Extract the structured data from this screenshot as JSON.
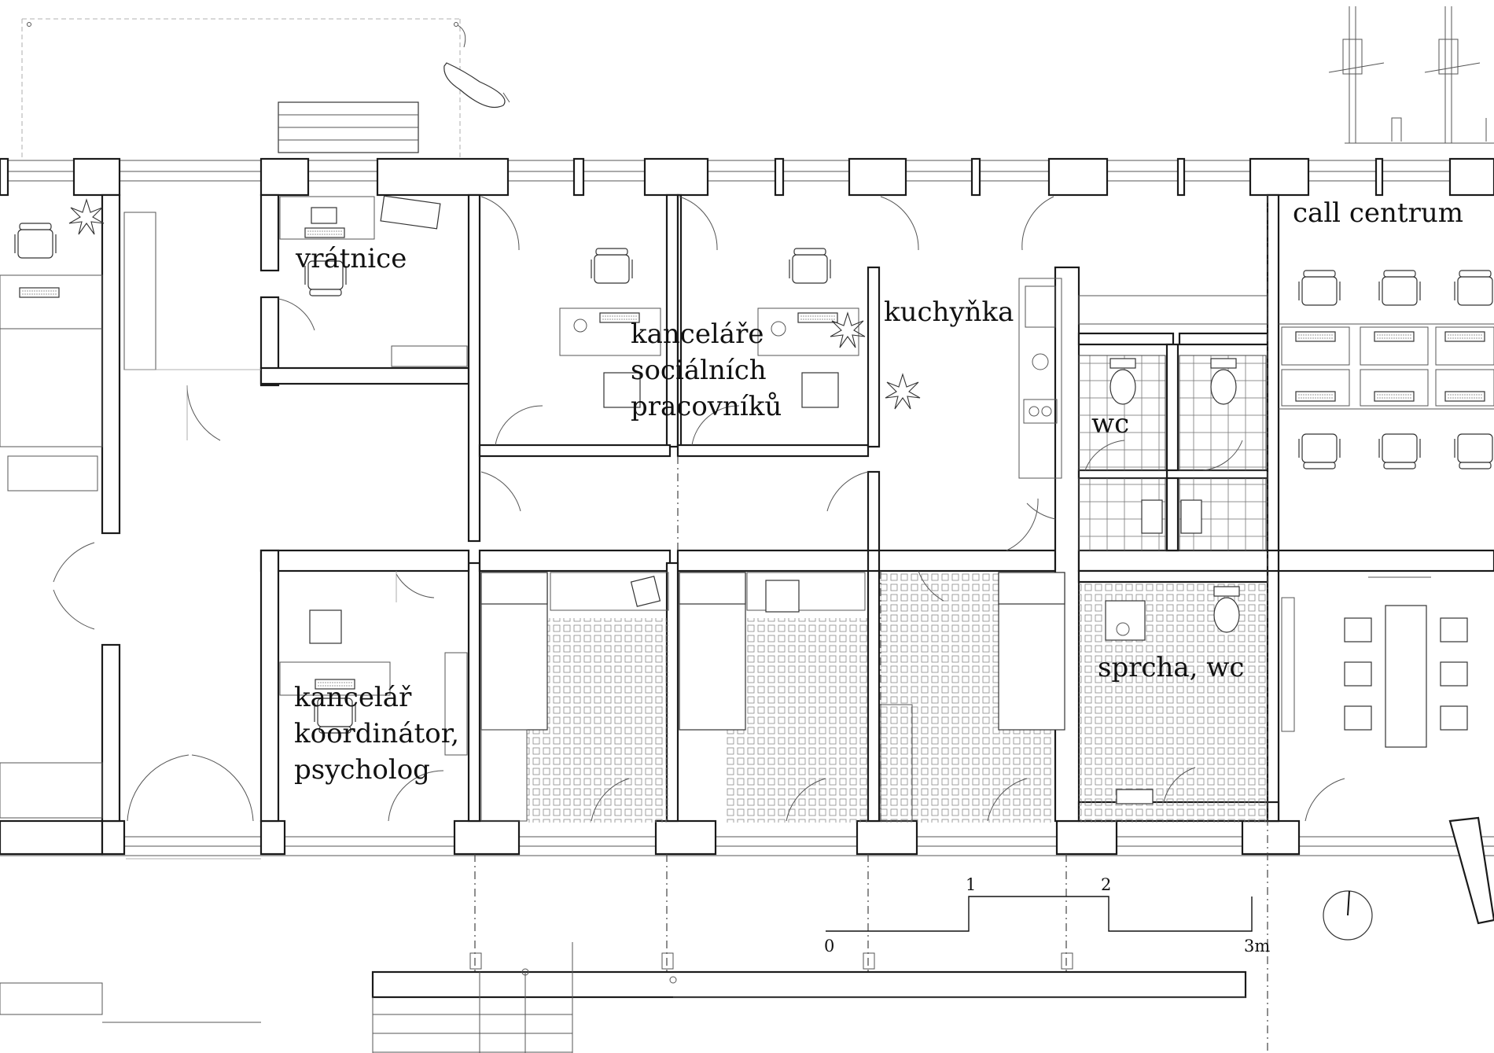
{
  "rooms": {
    "vratnice": "vrátnice",
    "kancelare": [
      "kanceláře",
      "sociálních",
      "pracovníků"
    ],
    "kuchynka": "kuchyňka",
    "wc": "wc",
    "call_centrum": "call centrum",
    "kancelar": [
      "kancelář",
      "koordinátor,",
      "psycholog"
    ],
    "sprcha": "sprcha, wc"
  },
  "scale_bar": {
    "ticks": [
      "0",
      "1",
      "2",
      "3m"
    ]
  }
}
